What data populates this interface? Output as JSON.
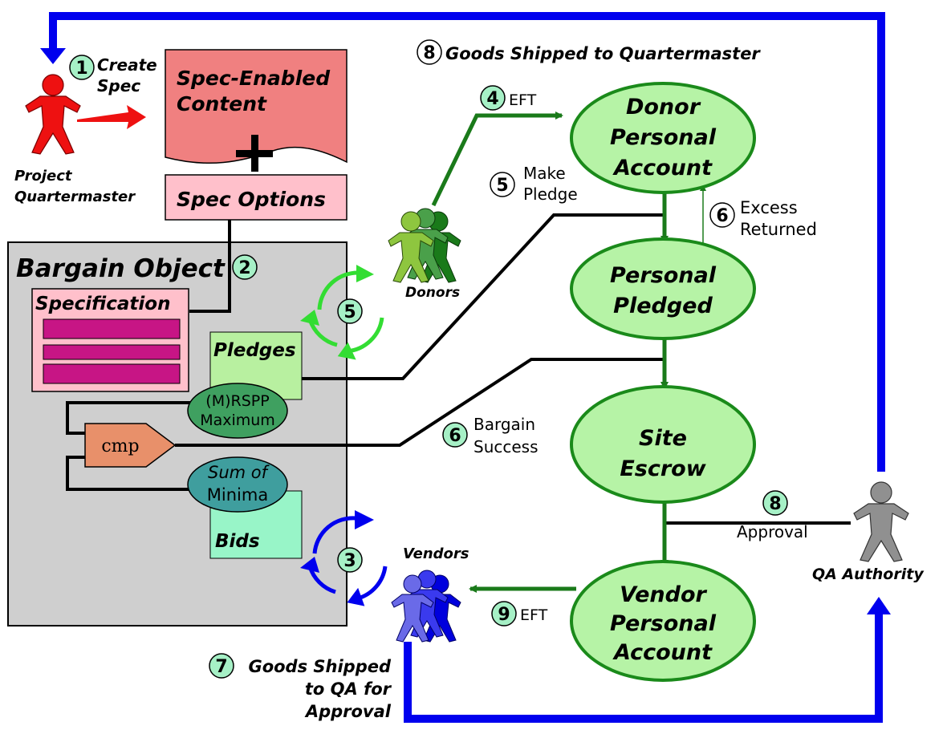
{
  "colors": {
    "flow_blue": "#0000ee",
    "flow_green": "#1a7a1a",
    "ellipse_fill": "#b6f3a6",
    "ellipse_stroke": "#1a8a1a",
    "badge_fill": "#a6f0c6",
    "bargain_bg": "#cfcfcf",
    "spec_content_fill": "#f08080",
    "spec_options_fill": "#ffc0cb",
    "spec_bar_fill": "#c71585",
    "pledges_fill": "#b8f0a0",
    "bids_fill": "#98f5c8",
    "rspp_fill": "#3fa060",
    "minima_fill": "#3f9e9e",
    "cmp_fill": "#e8906a",
    "quartermaster_color": "#ee1111",
    "donor_light": "#8ec63f",
    "donor_dark": "#1a7a1a",
    "vendor_color": "#3a3aee",
    "qa_color": "#909090"
  },
  "badges": {
    "b1": "1",
    "b2": "2",
    "b3": "3",
    "b4": "4",
    "b5a": "5",
    "b5b": "5",
    "b6a": "6",
    "b6b": "6",
    "b7": "7",
    "b8a": "8",
    "b8b": "8",
    "b9": "9"
  },
  "actors": {
    "quartermaster": [
      "Project",
      "Quartermaster"
    ],
    "donors": "Donors",
    "vendors": "Vendors",
    "qa": "QA Authority"
  },
  "steps": {
    "create_spec": [
      "Create",
      "Spec"
    ],
    "goods_to_qm": "Goods Shipped to Quartermaster",
    "eft_top": "EFT",
    "make_pledge": [
      "Make",
      "Pledge"
    ],
    "excess": [
      "Excess",
      "Returned"
    ],
    "bargain_success": [
      "Bargain",
      "Success"
    ],
    "approval": "Approval",
    "eft_bottom": "EFT",
    "goods_to_qa": [
      "Goods Shipped",
      "to QA for",
      "Approval"
    ]
  },
  "boxes": {
    "spec_content": [
      "Spec-Enabled",
      "Content"
    ],
    "spec_options": "Spec Options",
    "bargain_object": "Bargain Object",
    "specification": "Specification",
    "pledges": "Pledges",
    "bids": "Bids",
    "rspp": [
      "(M)RSPP",
      "Maximum"
    ],
    "minima": [
      "Sum of",
      "Minima"
    ],
    "cmp": "cmp"
  },
  "accounts": {
    "donor": [
      "Donor",
      "Personal",
      "Account"
    ],
    "pledged": [
      "Personal",
      "Pledged"
    ],
    "escrow": [
      "Site",
      "Escrow"
    ],
    "vendor": [
      "Vendor",
      "Personal",
      "Account"
    ]
  }
}
